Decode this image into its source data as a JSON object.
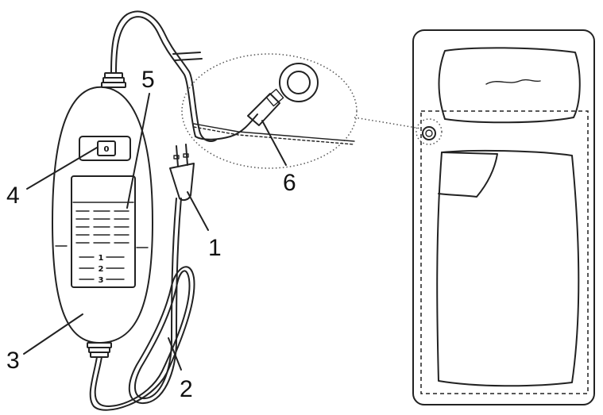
{
  "callouts": {
    "c1": "1",
    "c2": "2",
    "c3": "3",
    "c4": "4",
    "c5": "5",
    "c6": "6"
  },
  "controller": {
    "switch_label": "0",
    "levels": [
      "1",
      "2",
      "3"
    ]
  }
}
